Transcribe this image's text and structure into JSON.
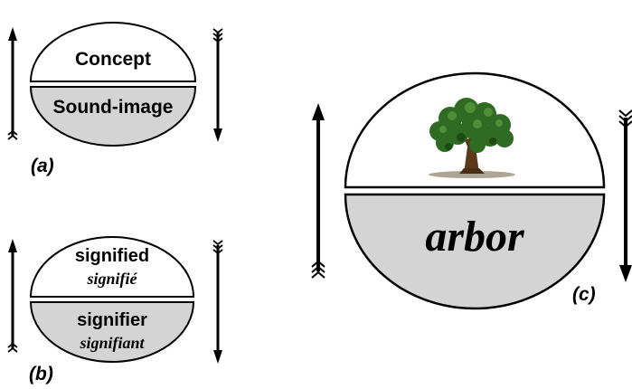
{
  "panel_a": {
    "label": "(a)",
    "top_text": "Concept",
    "bottom_text": "Sound-image"
  },
  "panel_b": {
    "label": "(b)",
    "top_text": "signified",
    "top_subtext": "signifié",
    "bottom_text": "signifier",
    "bottom_subtext": "signifiant"
  },
  "panel_c": {
    "label": "(c)",
    "top_image": "tree-icon",
    "bottom_text": "arbor"
  },
  "colors": {
    "outline": "#000000",
    "fill_top": "#ffffff",
    "fill_bottom": "#d4d4d4",
    "tree_foliage": "#2f6b22",
    "tree_trunk": "#5a3a1a"
  }
}
